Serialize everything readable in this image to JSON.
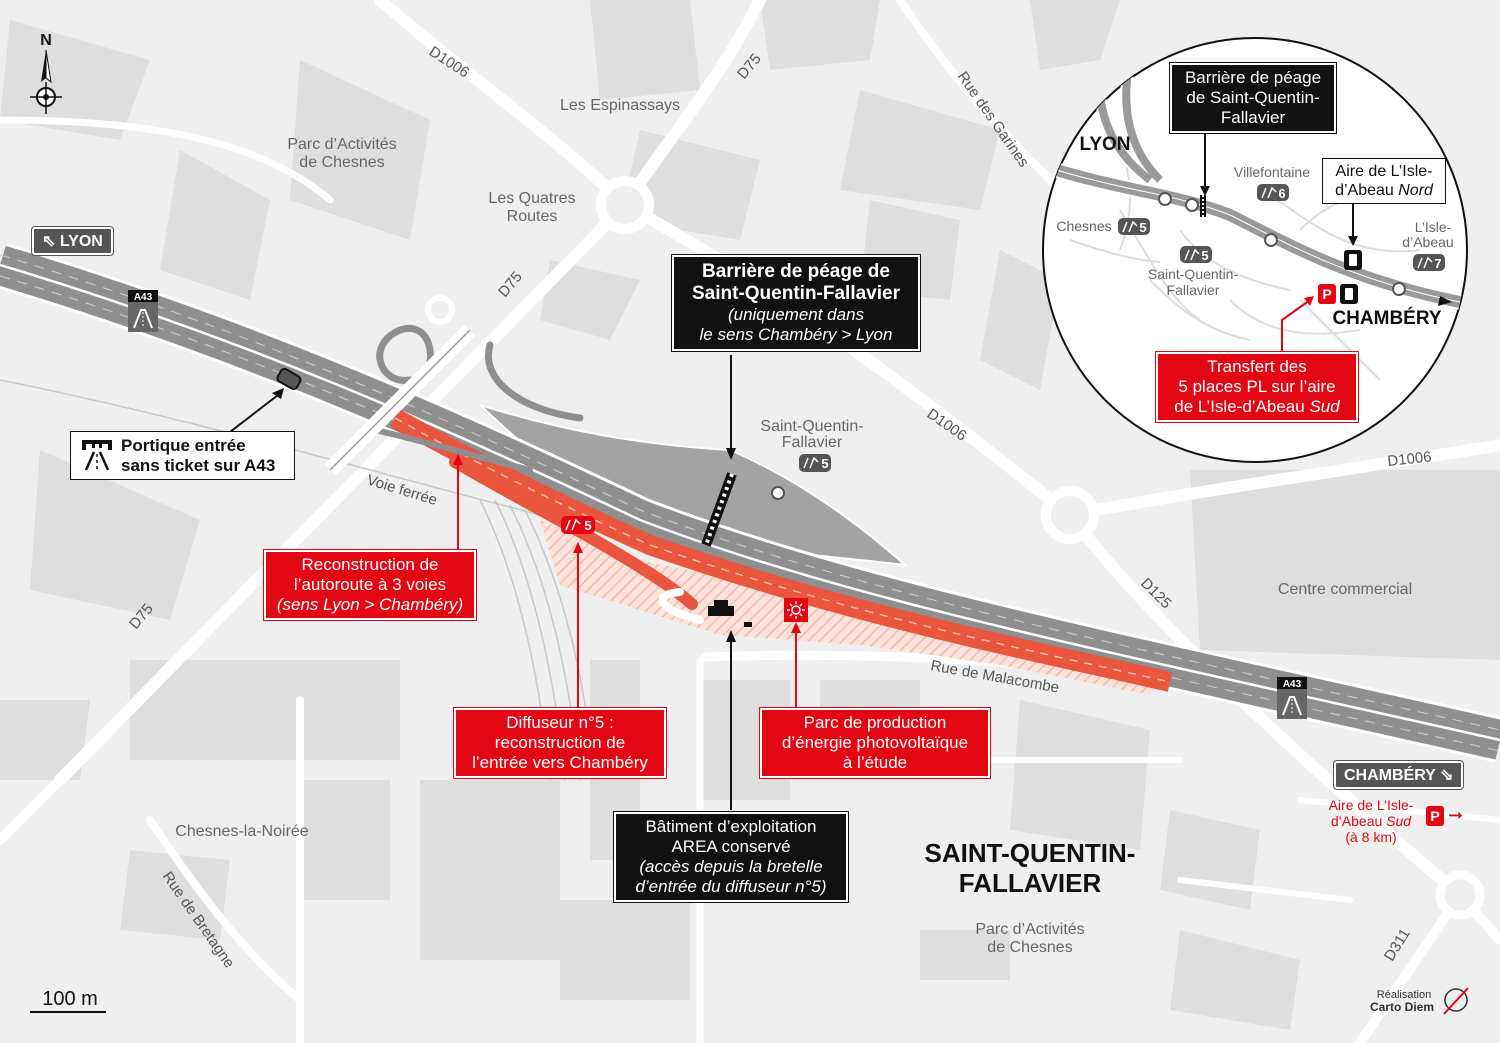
{
  "north": "N",
  "scale": "100 m",
  "credit": {
    "line1": "Réalisation",
    "line2": "Carto Diem"
  },
  "places": {
    "espinassays": "Les Espinassays",
    "parc1_l1": "Parc d’Activités",
    "parc1_l2": "de Chesnes",
    "quatre_l1": "Les Quatres",
    "quatre_l2": "Routes",
    "sqf_l1": "Saint-Quentin-",
    "sqf_l2": "Fallavier",
    "centre": "Centre commercial",
    "chesnes_noiree": "Chesnes-la-Noirée",
    "parc2_l1": "Parc d’Activités",
    "parc2_l2": "de Chesnes"
  },
  "roads": {
    "d1006_a": "D1006",
    "d75_a": "D75",
    "d75_b": "D75",
    "d75_c": "D75",
    "garines": "Rue des Garines",
    "d1006_b": "D1006",
    "d1006_c": "D1006",
    "d125": "D125",
    "voie": "Voie ferrée",
    "malacombe": "Rue de Malacombe",
    "bretagne": "Rue de Bretagne",
    "d311": "D311"
  },
  "motorway": {
    "shield": "A43"
  },
  "signs": {
    "lyon": "LYON",
    "chambery": "CHAMBÉRY"
  },
  "exits": {
    "exit5_main": "5",
    "exit5_red": "5"
  },
  "town": {
    "l1": "SAINT-QUENTIN-",
    "l2": "FALLAVIER"
  },
  "callouts": {
    "barrier": {
      "l1": "Barrière de péage de",
      "l2": "Saint-Quentin-Fallavier",
      "l3": "(uniquement dans",
      "l4": "le sens Chambéry > Lyon"
    },
    "portique": {
      "l1": "Portique entrée",
      "l2": "sans ticket sur A43"
    },
    "recon": {
      "l1": "Reconstruction de",
      "l2": "l’autoroute à 3 voies",
      "l3": "(sens Lyon > Chambéry)"
    },
    "diffuseur": {
      "l1": "Diffuseur n°5 :",
      "l2": "reconstruction de",
      "l3": "l’entrée vers Chambéry"
    },
    "batiment": {
      "l1": "Bâtiment d’exploitation",
      "l2": "AREA conservé",
      "l3": "(accès depuis la bretelle",
      "l4": "d’entrée du diffuseur n°5)"
    },
    "parc_pv": {
      "l1": "Parc de production",
      "l2": "d’énergie photovoltaïque",
      "l3": "à l’étude"
    },
    "aire_sud": {
      "l1": "Aire de L’Isle-",
      "l2": "d’Abeau",
      "l2i": "Sud",
      "l3": "(à 8 km)"
    }
  },
  "inset": {
    "lyon": "LYON",
    "chambery": "CHAMBÉRY",
    "barrier": {
      "l1": "Barrière de péage",
      "l2": "de Saint-Quentin-",
      "l3": "Fallavier"
    },
    "aire_nord": {
      "l1": "Aire de L’Isle-",
      "l2": "d’Abeau",
      "l2i": "Nord"
    },
    "villefontaine": "Villefontaine",
    "chesnes": "Chesnes",
    "sqf_l1": "Saint-Quentin-",
    "sqf_l2": "Fallavier",
    "isle_l1": "L’Isle-",
    "isle_l2": "d’Abeau",
    "exit5a": "5",
    "exit5b": "5",
    "exit6": "6",
    "exit7": "7",
    "transfer": {
      "l1": "Transfert des",
      "l2": "5 places PL sur l’aire",
      "l3": "de L’Isle-d’Abeau",
      "l3i": "Sud"
    }
  },
  "colors": {
    "red": "#e30613",
    "black": "#111111",
    "motorway": "#9a9a9a",
    "block": "#dedede",
    "background": "#efefef"
  }
}
